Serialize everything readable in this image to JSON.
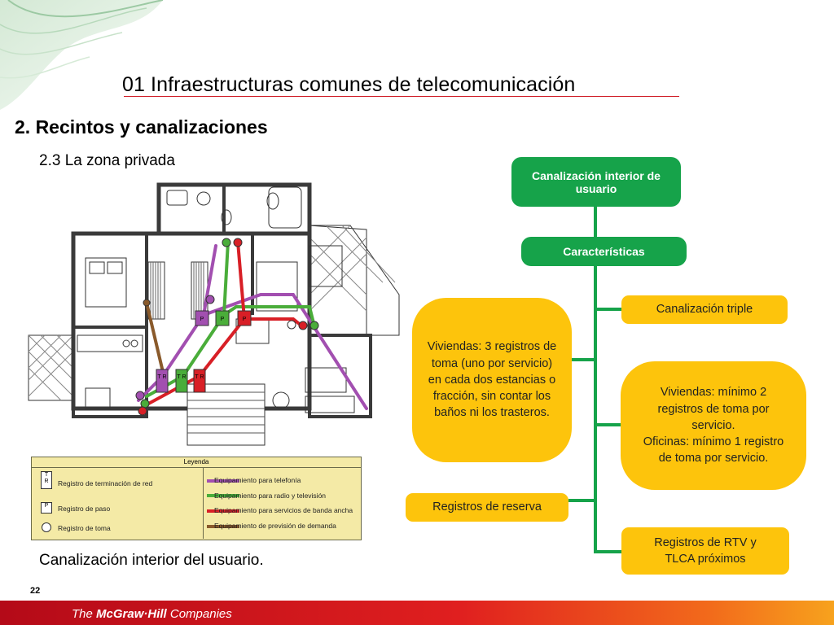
{
  "header": {
    "title": "01  Infraestructuras comunes de telecomunicación"
  },
  "section": {
    "title": "2. Recintos y canalizaciones",
    "subsection": "2.3 La zona privada"
  },
  "floorplan": {
    "boxes": {
      "tr": "T\nR",
      "p": "P"
    },
    "colors": {
      "telefonia": "#a24fb0",
      "radio_tv": "#4aad3a",
      "banda_ancha": "#d81f26",
      "prevision": "#8a5a2b"
    }
  },
  "legend": {
    "title": "Leyenda",
    "tr_symbol": "T\nR",
    "p_symbol": "P",
    "items_left": [
      "Registro de terminación de red",
      "Registro de paso",
      "Registro de toma"
    ],
    "items_right": [
      "Equipamiento para telefonía",
      "Equipamiento para radio y televisión",
      "Equipamiento para servicios de banda ancha",
      "Equipamiento de previsión de demanda"
    ]
  },
  "caption": "Canalización interior del usuario.",
  "page_number": "22",
  "footer": {
    "logo_the": "The ",
    "logo_brand": "McGraw·Hill",
    "logo_suffix": " Companies"
  },
  "diagram": {
    "root": "Canalización interior de usuario",
    "main": "Características",
    "branches": {
      "triple": "Canalización triple",
      "viviendas_left": "Viviendas: 3 registros de toma (uno por servicio) en cada dos estancias o fracción, sin contar los baños ni los trasteros.",
      "viviendas_right_1": "Viviendas: mínimo 2 registros de toma por servicio.",
      "viviendas_right_2": "Oficinas: mínimo 1 registro de toma por servicio.",
      "reserva": "Registros de reserva",
      "rtv": "Registros de RTV y TLCA próximos"
    },
    "colors": {
      "green": "#16a34a",
      "yellow": "#fdc40c"
    }
  }
}
